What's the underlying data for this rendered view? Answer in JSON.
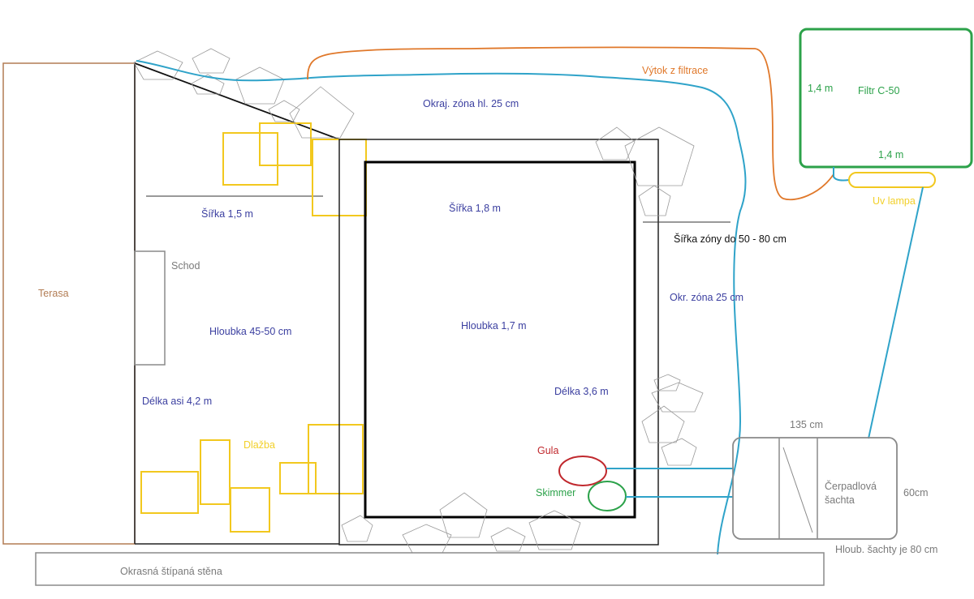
{
  "labels": {
    "terasa": "Terasa",
    "schod": "Schod",
    "sirka_1_5": "Šířka 1,5 m",
    "hloubka_45_50": "Hloubka 45-50 cm",
    "delka_4_2": "Délka asi 4,2 m",
    "dlazba": "Dlažba",
    "sirka_1_8": "Šířka 1,8 m",
    "hloubka_1_7": "Hloubka 1,7 m",
    "delka_3_6": "Délka 3,6 m",
    "okraj_zona_top": "Okraj. zóna hl. 25 cm",
    "vytok": "Výtok z filtrace",
    "sirka_zony": "Šířka zóny do 50 - 80 cm",
    "okr_zona_right": "Okr. zóna 25 cm",
    "filtr": "Filtr C-50",
    "filtr_width": "1,4 m",
    "filtr_height": "1,4 m",
    "uv_lampa": "Uv lampa",
    "gula": "Gula",
    "skimmer": "Skimmer",
    "sachta_width": "135 cm",
    "sachta_name_1": "Čerpadlová",
    "sachta_name_2": "šachta",
    "sachta_height": "60cm",
    "sachta_depth": "Hloub. šachty je 80 cm",
    "stena": "Okrasná štípaná stěna"
  },
  "colors": {
    "blue_text": "#3b3fa0",
    "terasa_brown": "#b27c53",
    "pipe_orange": "#e0782a",
    "water_blue": "#2fa3c9",
    "filter_green": "#2ca24a",
    "paving_yellow": "#f2c81e",
    "gula_red": "#c0282d",
    "outline_gray": "#8a8a8a"
  }
}
